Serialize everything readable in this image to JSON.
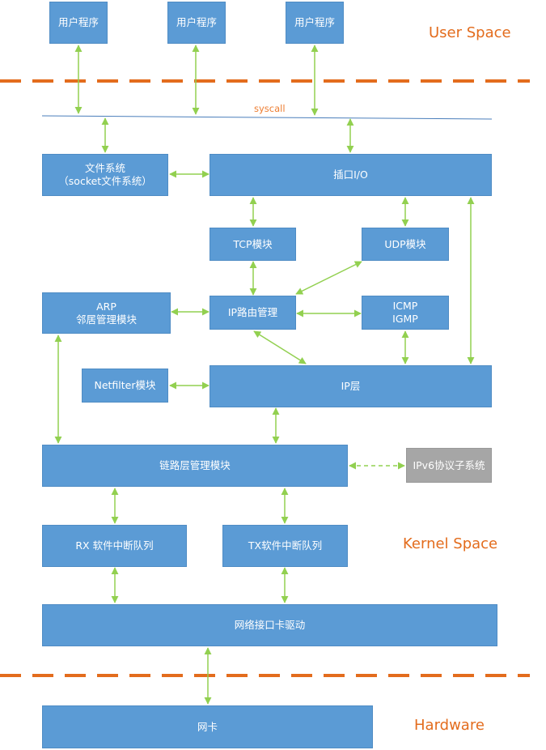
{
  "regions": {
    "user_space": "User Space",
    "kernel_space": "Kernel Space",
    "hardware": "Hardware"
  },
  "syscall_label": "syscall",
  "boxes": {
    "user_prog_1": "用户程序",
    "user_prog_2": "用户程序",
    "user_prog_3": "用户程序",
    "file_system": "文件系统\n（socket文件系统）",
    "socket_io": "插口I/O",
    "tcp": "TCP模块",
    "udp": "UDP模块",
    "arp": "ARP\n邻居管理模块",
    "ip_routing": "IP路由管理",
    "icmp": "ICMP\nIGMP",
    "netfilter": "Netfilter模块",
    "ip_layer": "IP层",
    "link_layer": "链路层管理模块",
    "ipv6": "IPv6协议子系统",
    "rx_queue": "RX 软件中断队列",
    "tx_queue": "TX软件中断队列",
    "nic_driver": "网络接口卡驱动",
    "nic": "网卡"
  },
  "colors": {
    "box_fill": "#5b9bd5",
    "box_gray": "#a6a6a6",
    "arrow": "#92d050",
    "dash_line": "#e36c1d",
    "region_text": "#e36c1d"
  }
}
